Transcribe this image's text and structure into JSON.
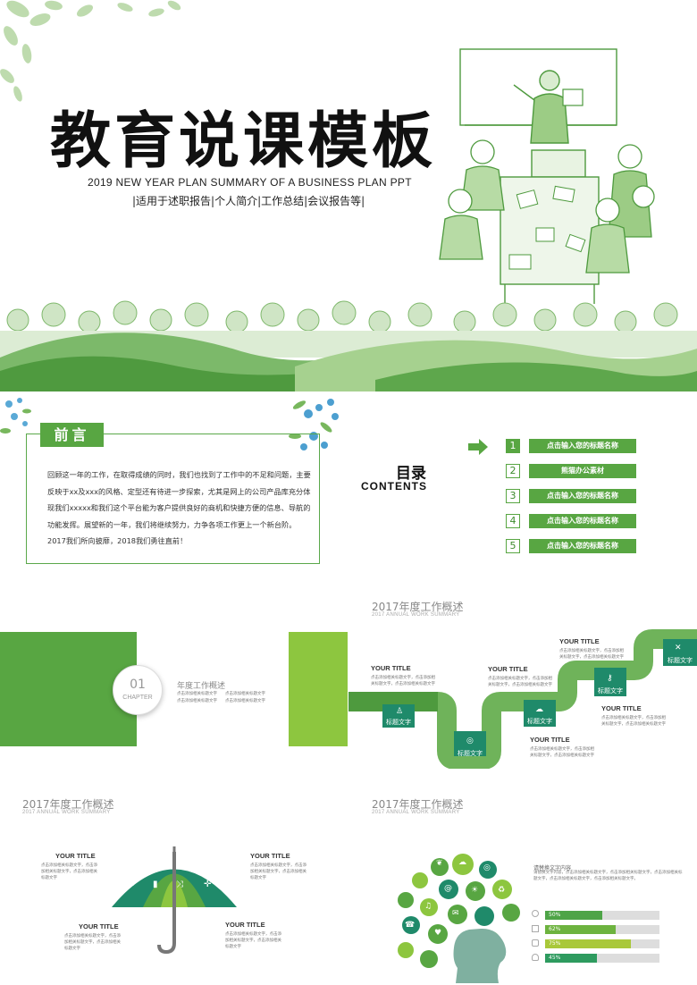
{
  "cover": {
    "title": "教育说课模板",
    "subtitle_en": "2019 NEW YEAR PLAN SUMMARY OF A BUSINESS PLAN PPT",
    "subtitle_cn": "|适用于述职报告|个人简介|工作总结|会议报告等|"
  },
  "preface": {
    "tag": "前言",
    "body": "回顾这一年的工作，在取得成绩的同时，我们也找到了工作中的不足和问题，主要反映于xx及xxx的风格、定型还有待进一步探索，尤其是网上的公司产品库充分体现我们xxxxx和我们这个平台能为客户提供良好的商机和快捷方便的信息、导航的功能发挥。展望新的一年，我们将继续努力，力争各项工作更上一个新台阶。2017我们所向披靡，2018我们勇往直前！"
  },
  "toc": {
    "title": "目录",
    "subtitle": "CONTENTS",
    "items": [
      {
        "num": "1",
        "label": "点击输入您的标题名称"
      },
      {
        "num": "2",
        "label": "熊猫办公素材"
      },
      {
        "num": "3",
        "label": "点击输入您的标题名称"
      },
      {
        "num": "4",
        "label": "点击输入您的标题名称"
      },
      {
        "num": "5",
        "label": "点击输入您的标题名称"
      }
    ]
  },
  "chapter": {
    "num": "01",
    "word": "CHAPTER",
    "heading": "年度工作概述",
    "bullets": [
      "点击添加相关标题文字",
      "点击添加相关标题文字",
      "点击添加相关标题文字",
      "点击添加相关标题文字"
    ]
  },
  "overview": {
    "title": "2017年度工作概述",
    "subtitle": "2017 ANNUAL WORK SUMMARY",
    "your_title": "YOUR TITLE",
    "node_label": "标题文字",
    "desc": "点击添加相关标题文字，点击添加相关标题文字，点击添加相关标题文字"
  },
  "bars": {
    "heading": "请替换文字内容",
    "intro": "请替换文字内容，点击添加相关标题文字，点击添加相关标题文字，点击添加相关标题文字，点击添加相关标题文字，点击添加相关标题文字。",
    "items": [
      {
        "label": "50%",
        "value": 0.5,
        "color": "#4ea447"
      },
      {
        "label": "62%",
        "value": 0.62,
        "color": "#6db33f"
      },
      {
        "label": "75%",
        "value": 0.75,
        "color": "#a9c83a"
      },
      {
        "label": "45%",
        "value": 0.45,
        "color": "#2e9b5f"
      }
    ]
  },
  "colors": {
    "primary": "#58a642",
    "light": "#8dc63f",
    "teal": "#1f8a6a"
  }
}
